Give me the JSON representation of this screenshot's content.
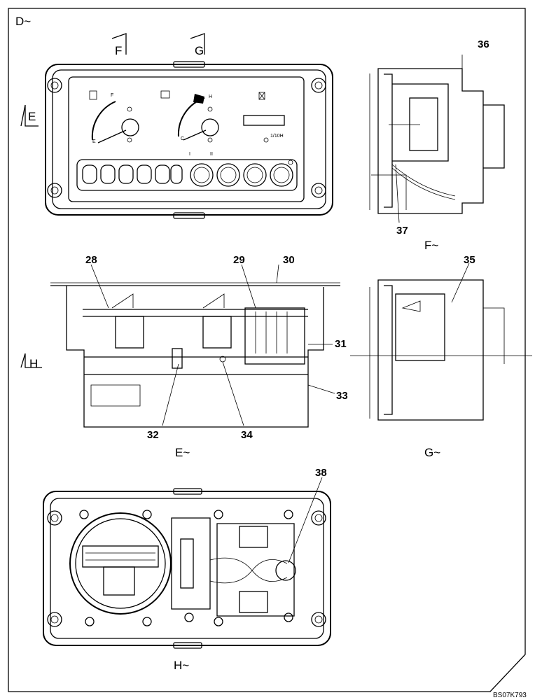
{
  "views": {
    "d": "D~",
    "e": "E~",
    "f": "F~",
    "g": "G~",
    "h": "H~"
  },
  "section_marks": {
    "f": "F",
    "g": "G",
    "e": "E",
    "h": "H"
  },
  "gauge_labels": {
    "fuel_full": "F",
    "fuel_empty": "E",
    "temp_hot": "H",
    "temp_cold": "C",
    "hourmeter_unit": "1/10H",
    "switch_1": "I",
    "switch_2": "II"
  },
  "callouts": [
    "28",
    "29",
    "30",
    "31",
    "32",
    "33",
    "34",
    "35",
    "36",
    "37",
    "38"
  ],
  "drawing_code": "BS07K793"
}
